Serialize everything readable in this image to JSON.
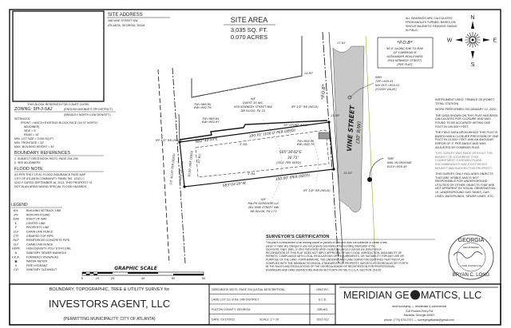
{
  "court_clerk_block": "THIS BLOCK RESERVED FOR COURT CLERK",
  "site_address": {
    "title": "SITE ADDRESS",
    "line1": "488 VINE STREET NW",
    "line2": "ATLANTA, GEORGIA, 30318"
  },
  "site_area": {
    "title": "SITE AREA",
    "sqft": "3,035 SQ. FT.",
    "acres": "0.070 ACRES"
  },
  "bearings_note": [
    "ALL BEARINGS ARE CALCULATED",
    "FROM ANGLES TURNED. BASED ON",
    "SINGLE MAGNETIC READING TAKING",
    "IN FIELD."
  ],
  "compass": {
    "n": "N",
    "s": "S",
    "e": "E",
    "w": "W"
  },
  "pob_box": {
    "title": "*P.O.B*",
    "lines": [
      "90.0' ALONG R/W TO R/W",
      "OF CAMERON M",
      "ALEXANDER BOULEVARD",
      "(FKA KENNEDY STREET)",
      "[PER PLAT]"
    ]
  },
  "zoning": {
    "title": "ZONING: SPI-3-SA2",
    "district": "(ENGLISH AVENUE'S SPI DISTRICT)",
    "subdistrict": "(BRADLEY NORTH LOW DENSITY)",
    "lines": [
      "SETBACKS:",
      "FRONT = MATCH EXISTING BLOCK FACE (14.97' NORTH",
      "ADJOINER)",
      "SIDE = 5'",
      "REAR = 10'",
      "MIN. LOT SIZE = 3,000 SQ.FT.",
      "MIN. FRONTAGE = 20'",
      "MAX. BUILDING HEIGHT = 40'"
    ]
  },
  "boundary_references": {
    "title": "BOUNDARY REFERENCES",
    "items": [
      "1.   SUBJECT DEED BOOK 59270, PAGE 234-235",
      "2.   SEE ADJOINERS"
    ]
  },
  "flood_note": {
    "title": "FLOOD NOTE",
    "lines": [
      "AS PER THE F.I.R.M. FLOOD INSURANCE RATE MAP",
      "CITY OF ATLANTA COMMUNITY PANEL NO. 13121 C",
      "0241 F DATED SEPTEMBER 18, 2013, THIS PROPERTY IS",
      "NOT IN AN AREA HAVING SPECIAL FLOOD HAZARDS."
    ]
  },
  "legend": {
    "title": "LEGEND",
    "items": [
      {
        "sym": "B/L",
        "label": "BUILDING SETBACK LINE"
      },
      {
        "sym": "IPF",
        "label": "IRON PIN FOUND"
      },
      {
        "sym": "R/W",
        "label": "RIGHT OF WAY"
      },
      {
        "sym": "℄",
        "label": "CENTER LINE"
      },
      {
        "sym": "P",
        "label": "PROPERTY LINE"
      },
      {
        "sym": "CLF",
        "label": "CHAIN LINK FENCE"
      },
      {
        "sym": "CTP",
        "label": "CRIMPED TOP PIPE"
      },
      {
        "sym": "RCP",
        "label": "REINFORCED CONCRETE PIPE"
      },
      {
        "sym": "CLF",
        "label": "CHAIN LINK FENCE"
      },
      {
        "sym": "HDPE",
        "label": "HIGH DENSITY POLY ETHYLENE"
      },
      {
        "sym": "⊚",
        "label": "SANITARY SEWER MANHOLE"
      },
      {
        "sym": "F.K.A.",
        "label": "FORMERLY KNOWN AS"
      },
      {
        "sym": "▣",
        "label": "WATER METER"
      },
      {
        "sym": "✕",
        "label": "FIRE HYDRANT"
      },
      {
        "sym": "CO",
        "label": "SANITARY CLEANOUT"
      }
    ]
  },
  "graphic_scale": {
    "title": "GRAPHIC SCALE",
    "ticks": [
      "0",
      "10",
      "20",
      "40",
      "60",
      "80"
    ]
  },
  "plat": {
    "street": "VINE STREET",
    "street_rw": "(30' R/W)",
    "pob_label": "*P.O.B*",
    "north_adjoiner": [
      "N/F",
      "QUEST 35 INC.",
      "630 KENNEDY STREET NW",
      "DB 54320, PG 22"
    ],
    "south_adjoiner": [
      "N/F",
      "RALPH GERSHOM LLC",
      "484 VINE STREET NW",
      "DB 62426, PG 173"
    ],
    "north_line": "N82°40'04\"E",
    "north_dist": "100.01' (100.0' PER DEED)",
    "south_line": "S83°04'25\"W",
    "south_dist": "100.00' (PER DEED)",
    "east_line": "S05°36'02\"E",
    "east_dist": "30.71'",
    "east_deed": "(30.0' PER DEED)",
    "west_line": "N05°35'21\"W",
    "west_dist": "30.00' (PER DEED)",
    "alley": "(10' ALLEY PER DEED)",
    "setback_side": "5' B/L",
    "setback_rear": "10' B/L",
    "dist_1497": "14.97'",
    "dist_1791": "17.91'",
    "dist_1508": "15.08'",
    "dist_1503": "15.03'",
    "tw1": [
      "TW=966.90",
      "BW=962.76"
    ],
    "tw2": [
      "TW=968.64",
      "BW=962.97"
    ],
    "tw3": [
      "TW=958.90",
      "BW=962.76"
    ],
    "rb_labels": [
      "IPF 1/2\" RB (HELD)",
      "IPF 1/2\" RB (HELD)",
      "IPF 1/2\" RB (HELD)"
    ],
    "ssmh": [
      "SMH",
      "TOP=959.81",
      "INV OUT=950.51",
      "(FLUSH VALVE)"
    ],
    "tbm": [
      "TBM",
      "NAIL IN GROUND",
      "ELEV=958.49"
    ],
    "wall": "18\" STONE WALL"
  },
  "right_notes": [
    "INSTRUMENT USED: TRIMBLE S5 (ROBOT TOTAL STATION)",
    "WORK PERFORMED ON JANUARY 12, 2022.",
    "THE DATA SHOWN ON THIS PLAT HAS BEEN CALCULATED FOR CLOSURE AND WAS FOUND TO BE ACCURATE WITHIN ONE FOOT IN 100,000+ FEET.",
    "THE FIELD DATA UPON WHICH THIS PLAT IS BASED HAS A CLOSURE PRECISION OF ONE FOOT IN 10,000+ FEET AND AN ANGULAR ERROR OF 5\" PER ANGLE AND WAS ADJUSTED BY COMPASS RULE.",
    "THIS SURVEY WAS MADE WITHOUT THE BENEFIT OF A CURRENT TITLE COMMITMENT. EASEMENTS AND ENCUMBRANCES MAY EXIST WHICH BENEFIT AND BURDEN THIS PROPERTY.",
    "THIS SURVEY ONLY INCLUDES OBJECTS THAT ARE VISIBLE AND IS NOT RESPONSIBLE FOR UNDERGROUND UTILITIES OR OTHER OBJECTS THAT ARE NOT APPARENT BY VISUAL OBSERVATION, I.E. UNDERGROUND GAS TANKS, GAS LINES, WATERLINES, SEWER LINES, ETC."
  ],
  "certification": {
    "title": "SURVEYOR'S CERTIFICATION",
    "lines": [
      "This plat is a retracement of an existing parcel or parcels of land and does not subdivide or create a new",
      "parcel or make any changes to any real property boundaries. The recording information of the",
      "documents, maps, plats, or other instruments which created the parcel or parcels are stated hereon.",
      "RECORDATION OF THIS PLAT DOES NOT IMPLY APPROVAL OF ANY LOCAL JURISDICTION, AVAILABILITY OF",
      "PERMITS, COMPLIANCE WITH LOCAL REGULATIONS OR REQUIREMENTS, OR SUITABILITY FOR ANY USE OR",
      "PURPOSE OF THE LAND. FURTHERMORE, THE UNDERSIGNED LAND SURVEYOR CERTIFIES THAT THIS PLAT",
      "COMPLIES WITH THE MINIMUM TECHNICAL STANDARDS FOR PROPERTY SURVEYS IN GEORGIA AS SET FORTH",
      "IN THE RULES AND REGULATIONS OF THE GEORGIA BOARD OF REGISTRATION FOR PROFESSIONAL",
      "ENGINEERS AND LAND SURVEYORS AND AS SET FORTH IN THE O.C.G.A. SECTION 15-6-67."
    ]
  },
  "seal": {
    "state": "GEORGIA",
    "registered": "REGISTERED",
    "land_surveyor": "LAND SURVEYOR",
    "name": "BRYAN C. LONG"
  },
  "title_block": {
    "subtitle": "BOUNDARY, TOPOGRAPHIC, TREE & UTILITY SURVEY for",
    "client": "INVESTORS AGENT, LLC",
    "municipality": "(PERMITTING MUNICIPALITY: CITY OF ATLANTA)",
    "deed": "DEED BOOK 59270, PAGE 234 (LEGAL DESCRIPTION)",
    "land_lot": "LAND LOT 111 of the 14th DISTRICT",
    "county": "FULTON COUNTY, GEORGIA",
    "date": "DATE: 01/17/2022",
    "scale": "SCALE: 1\"= 20'",
    "dwg_by_label": "DWG BY:",
    "dwg_by": "S.C.D.",
    "job_label": "JOB NO.",
    "job_no": "2022-012"
  },
  "company": {
    "name_left": "MERIDIAN GE",
    "name_right": "MATICS, LLC",
    "tagline": "land surveying — residential & commercial",
    "address1": "216 Powers Ferry Rd",
    "address2": "Marietta, Georgia 30067",
    "contact": "phone: (770) 675-0707  —  surveyingatlanta@gmail.com"
  }
}
